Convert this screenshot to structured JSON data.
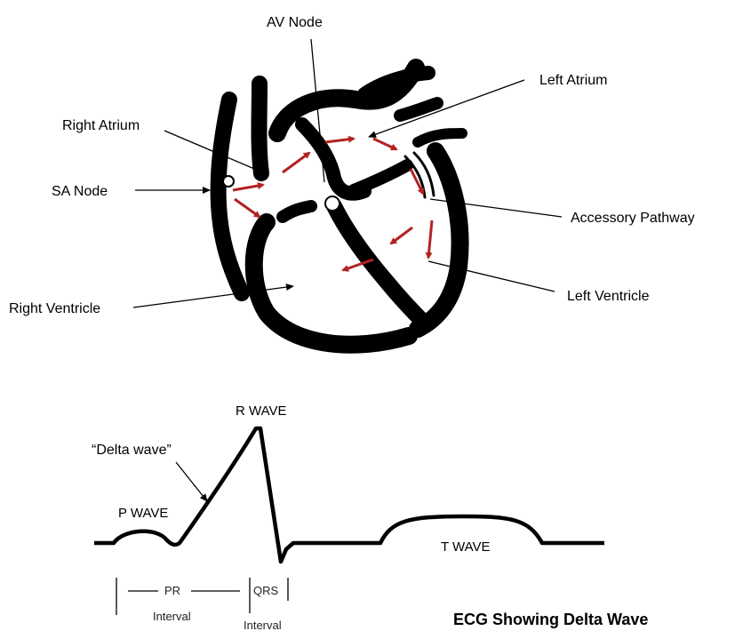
{
  "heart": {
    "labels": {
      "av_node": "AV Node",
      "left_atrium": "Left Atrium",
      "right_atrium": "Right Atrium",
      "sa_node": "SA Node",
      "accessory_pathway": "Accessory Pathway",
      "left_ventricle": "Left Ventricle",
      "right_ventricle": "Right Ventricle"
    },
    "colors": {
      "outline": "#000000",
      "conduction_arrow": "#b22222"
    }
  },
  "ecg": {
    "labels": {
      "r_wave": "R WAVE",
      "delta_wave": "“Delta wave”",
      "p_wave": "P WAVE",
      "t_wave": "T WAVE",
      "pr": "PR",
      "qrs": "QRS",
      "pr_interval": "Interval",
      "qrs_interval": "Interval"
    },
    "title": "ECG Showing Delta Wave"
  }
}
